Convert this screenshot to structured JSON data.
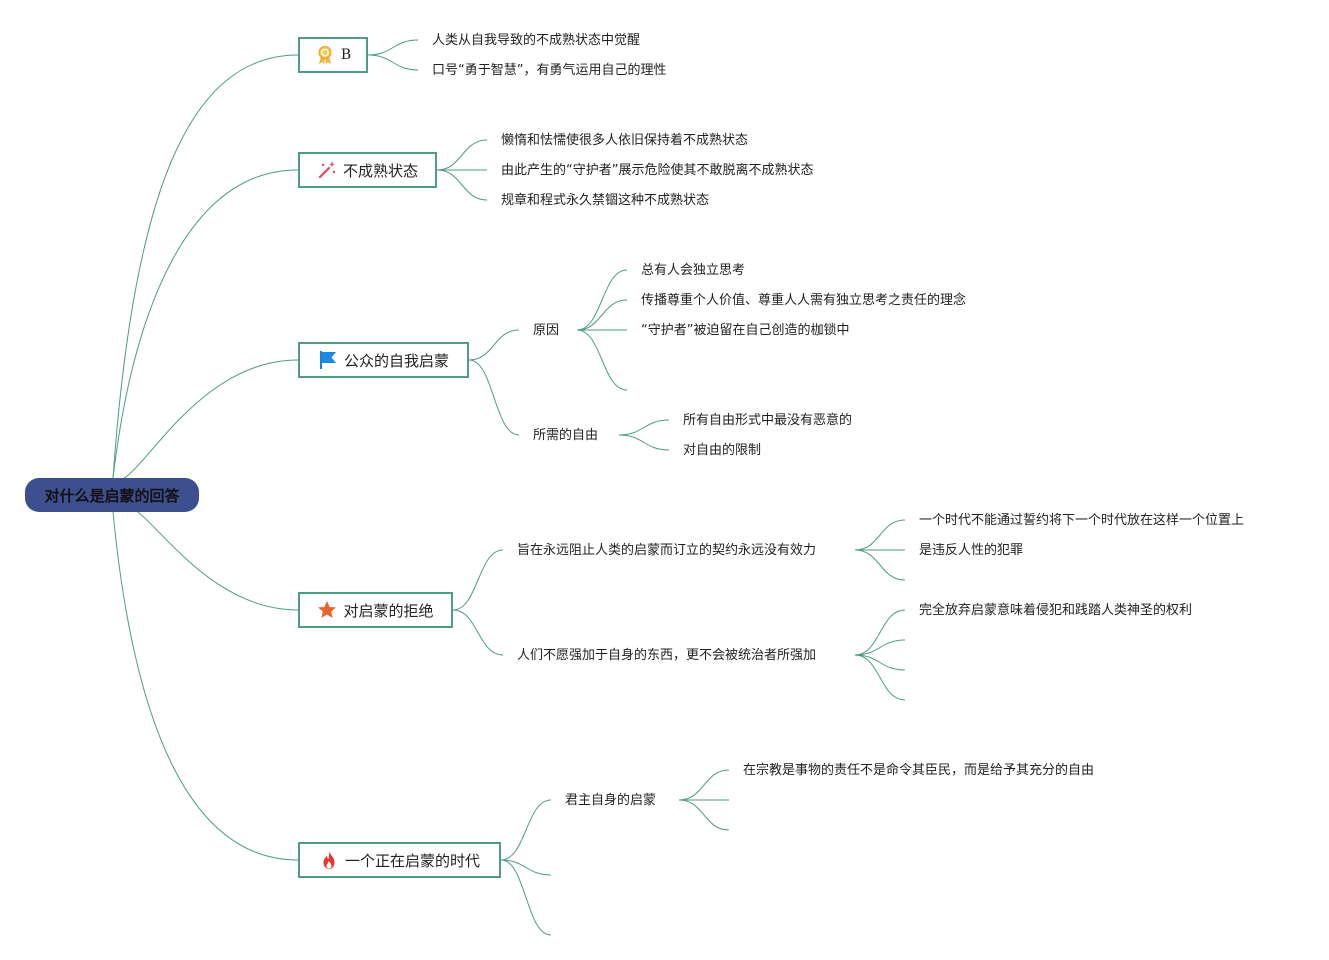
{
  "colors": {
    "line": "#4f9b86",
    "root_bg": "#3d4f8f",
    "branch_border": "#4f9b86"
  },
  "root": {
    "label": "对什么是启蒙的回答"
  },
  "branches": [
    {
      "label": "B",
      "icon": "award-ribbon-icon",
      "children": [
        {
          "label": "人类从自我导致的不成熟状态中觉醒"
        },
        {
          "label": "口号“勇于智慧”，有勇气运用自己的理性"
        }
      ]
    },
    {
      "label": "不成熟状态",
      "icon": "magic-wand-icon",
      "children": [
        {
          "label": "懒惰和怯懦使很多人依旧保持着不成熟状态"
        },
        {
          "label": "由此产生的“守护者”展示危险使其不敢脱离不成熟状态"
        },
        {
          "label": "规章和程式永久禁锢这种不成熟状态"
        }
      ]
    },
    {
      "label": "公众的自我启蒙",
      "icon": "flag-icon",
      "children": [
        {
          "label": "原因",
          "children": [
            {
              "label": "总有人会独立思考"
            },
            {
              "label": "传播尊重个人价值、尊重人人需有独立思考之责任的理念"
            },
            {
              "label": "“守护者”被迫留在自己创造的枷锁中"
            },
            {
              "label": ""
            }
          ]
        },
        {
          "label": "所需的自由",
          "children": [
            {
              "label": "所有自由形式中最没有恶意的"
            },
            {
              "label": "对自由的限制"
            }
          ]
        }
      ]
    },
    {
      "label": "对启蒙的拒绝",
      "icon": "star-icon",
      "children": [
        {
          "label": "旨在永远阻止人类的启蒙而订立的契约永远没有效力",
          "children": [
            {
              "label": "一个时代不能通过誓约将下一个时代放在这样一个位置上"
            },
            {
              "label": "是违反人性的犯罪"
            },
            {
              "label": ""
            }
          ]
        },
        {
          "label": "人们不愿强加于自身的东西，更不会被统治者所强加",
          "children": [
            {
              "label": "完全放弃启蒙意味着侵犯和践踏人类神圣的权利"
            },
            {
              "label": ""
            },
            {
              "label": ""
            },
            {
              "label": ""
            }
          ]
        }
      ]
    },
    {
      "label": "一个正在启蒙的时代",
      "icon": "fire-icon",
      "children": [
        {
          "label": "君主自身的启蒙",
          "children": [
            {
              "label": "在宗教是事物的责任不是命令其臣民，而是给予其充分的自由"
            },
            {
              "label": ""
            },
            {
              "label": ""
            }
          ]
        },
        {
          "label": ""
        },
        {
          "label": ""
        }
      ]
    }
  ]
}
